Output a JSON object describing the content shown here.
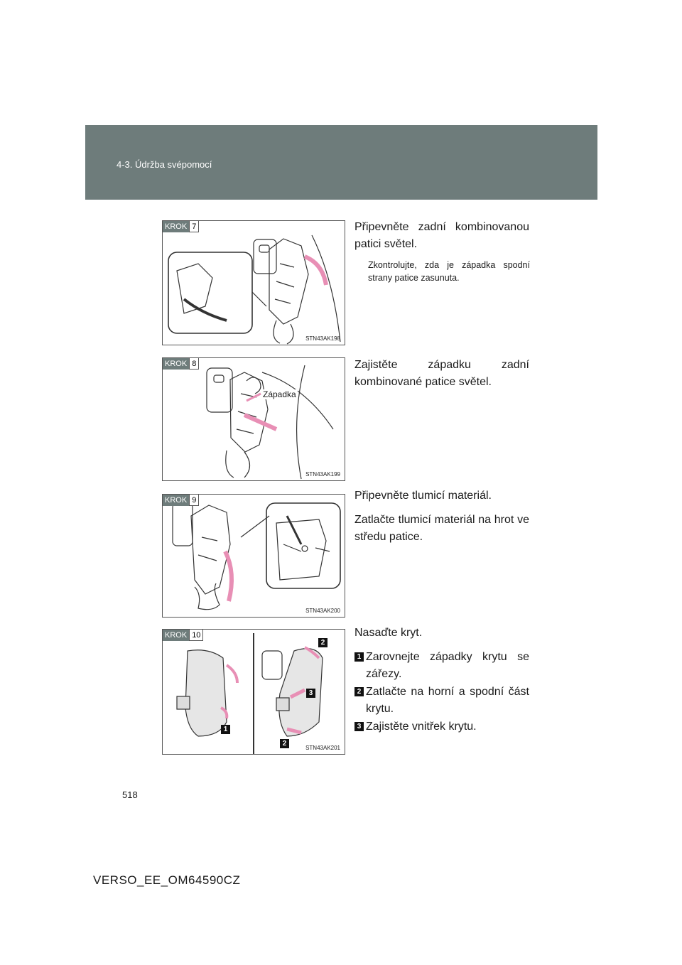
{
  "header": {
    "section": "4-3. Údržba svépomocí"
  },
  "page_number": "518",
  "footer": {
    "doc_id": "VERSO_EE_OM64590CZ"
  },
  "steps": [
    {
      "krok_label": "KROK",
      "krok_num": "7",
      "image_code": "STN43AK198",
      "title": "Připevněte zadní kombinovanou patici světel.",
      "note": "Zkontrolujte, zda je západka spodní strany patice zasunuta."
    },
    {
      "krok_label": "KROK",
      "krok_num": "8",
      "image_code": "STN43AK199",
      "title": "Zajistěte západku zadní kombinované patice světel.",
      "callout": "Západka"
    },
    {
      "krok_label": "KROK",
      "krok_num": "9",
      "image_code": "STN43AK200",
      "title": "Připevněte tlumicí materiál.",
      "text2": "Zatlačte tlumicí materiál na hrot ve středu patice."
    },
    {
      "krok_label": "KROK",
      "krok_num": "10",
      "image_code": "STN43AK201",
      "title": "Nasaďte kryt.",
      "substeps": [
        {
          "num": "1",
          "text": "Zarovnejte západky krytu se zářezy."
        },
        {
          "num": "2",
          "text": "Zatlačte na horní a spodní část krytu."
        },
        {
          "num": "3",
          "text": "Zajistěte vnitřek krytu."
        }
      ],
      "markers": [
        "2",
        "3",
        "1",
        "2"
      ]
    }
  ],
  "colors": {
    "header_bg": "#6e7c7b",
    "arrow_pink": "#e88fb5"
  }
}
